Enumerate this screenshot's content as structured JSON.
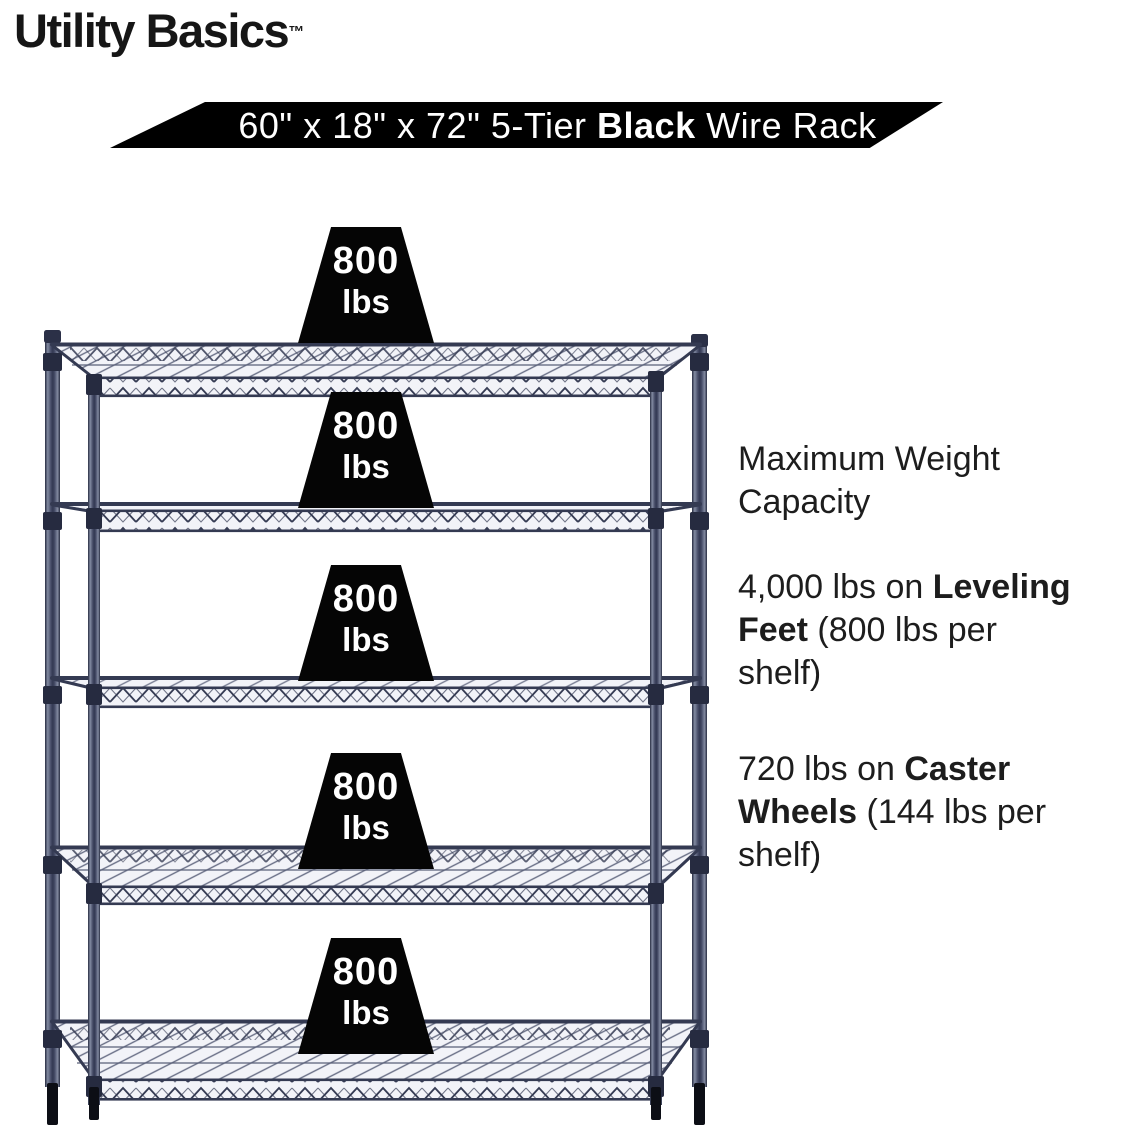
{
  "brand": {
    "name": "Utility Basics",
    "trademark": "™"
  },
  "banner": {
    "text_regular_prefix": "60\" x 18\" x 72\" 5-Tier ",
    "text_bold": "Black",
    "text_regular_suffix": " Wire Rack"
  },
  "rack": {
    "weights": [
      {
        "value": "800",
        "unit": "lbs"
      },
      {
        "value": "800",
        "unit": "lbs"
      },
      {
        "value": "800",
        "unit": "lbs"
      },
      {
        "value": "800",
        "unit": "lbs"
      },
      {
        "value": "800",
        "unit": "lbs"
      }
    ]
  },
  "info": {
    "heading_lines": [
      "Maximum Weight",
      "Capacity"
    ],
    "items": [
      {
        "lines": [
          {
            "segments": [
              {
                "text": "4,000 lbs on ",
                "bold": false
              },
              {
                "text": "Leveling",
                "bold": true
              }
            ]
          },
          {
            "segments": [
              {
                "text": "Feet",
                "bold": true
              },
              {
                "text": " (800 lbs per",
                "bold": false
              }
            ]
          },
          {
            "segments": [
              {
                "text": "shelf)",
                "bold": false
              }
            ]
          }
        ]
      },
      {
        "lines": [
          {
            "segments": [
              {
                "text": "720 lbs on ",
                "bold": false
              },
              {
                "text": "Caster",
                "bold": true
              }
            ]
          },
          {
            "segments": [
              {
                "text": "Wheels",
                "bold": true
              },
              {
                "text": " (144 lbs per",
                "bold": false
              }
            ]
          },
          {
            "segments": [
              {
                "text": "shelf)",
                "bold": false
              }
            ]
          }
        ]
      }
    ]
  },
  "colors": {
    "page_background": "#ffffff",
    "banner_background": "#000000",
    "banner_text": "#ffffff",
    "badge_background": "#050505",
    "badge_text": "#ffffff",
    "wire_frame": "#3a4058",
    "body_text": "#1d1d1d"
  }
}
